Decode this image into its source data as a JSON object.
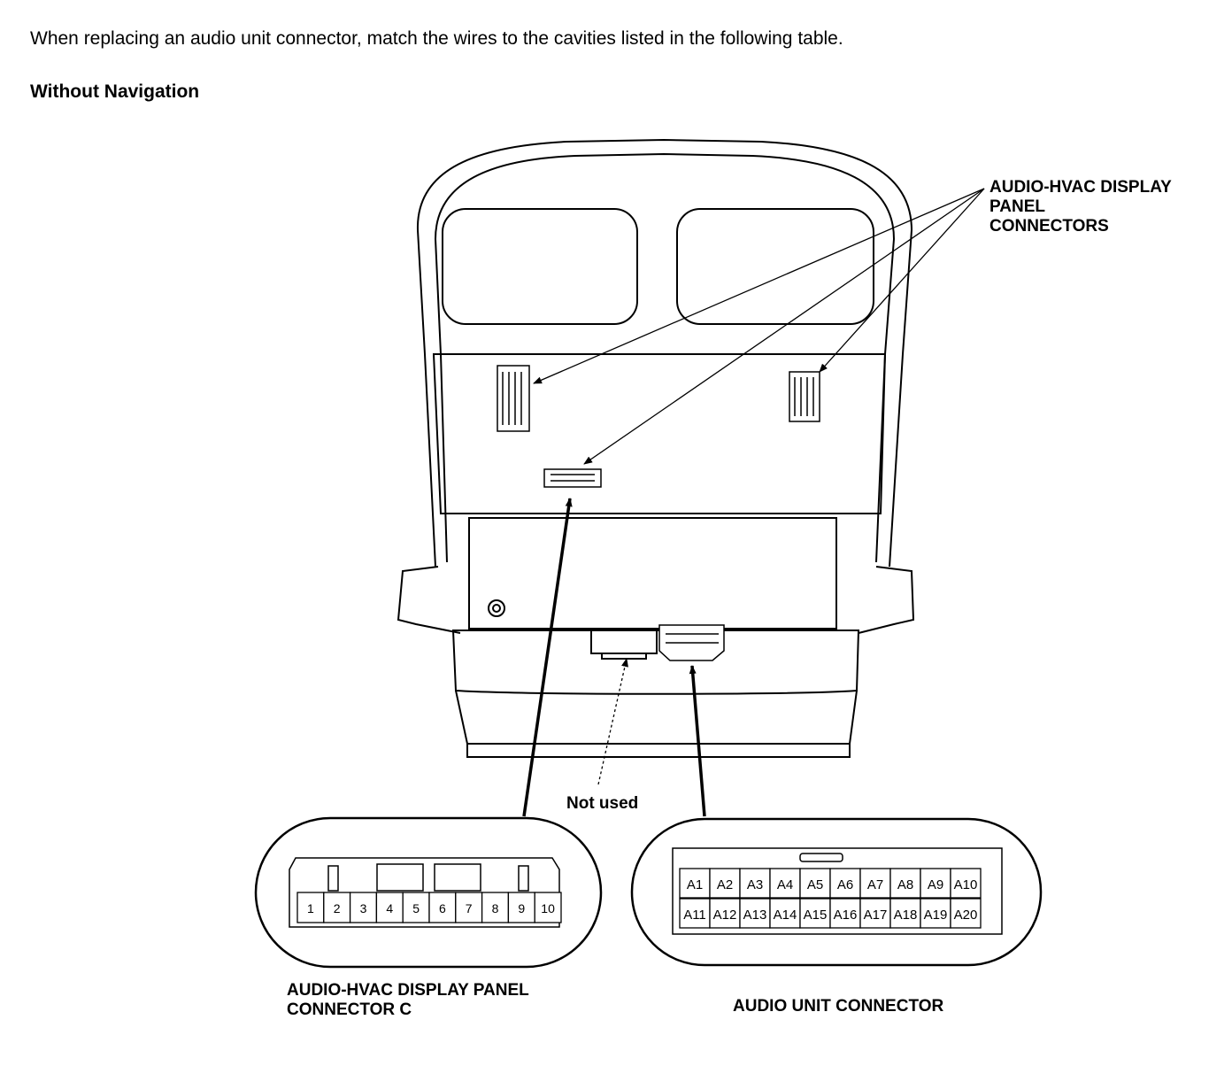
{
  "intro_text": "When replacing an audio unit connector, match the wires to the cavities listed in the following table.",
  "subheading": "Without Navigation",
  "callouts": {
    "display_panel_connectors": [
      "AUDIO-HVAC DISPLAY",
      "PANEL",
      "CONNECTORS"
    ],
    "not_used": "Not used"
  },
  "connector_c": {
    "caption": [
      "AUDIO-HVAC DISPLAY PANEL",
      "CONNECTOR C"
    ],
    "pins": [
      "1",
      "2",
      "3",
      "4",
      "5",
      "6",
      "7",
      "8",
      "9",
      "10"
    ]
  },
  "audio_unit_connector": {
    "caption": "AUDIO UNIT CONNECTOR",
    "top_row": [
      "A1",
      "A2",
      "A3",
      "A4",
      "A5",
      "A6",
      "A7",
      "A8",
      "A9",
      "A10"
    ],
    "bottom_row": [
      "A11",
      "A12",
      "A13",
      "A14",
      "A15",
      "A16",
      "A17",
      "A18",
      "A19",
      "A20"
    ]
  }
}
